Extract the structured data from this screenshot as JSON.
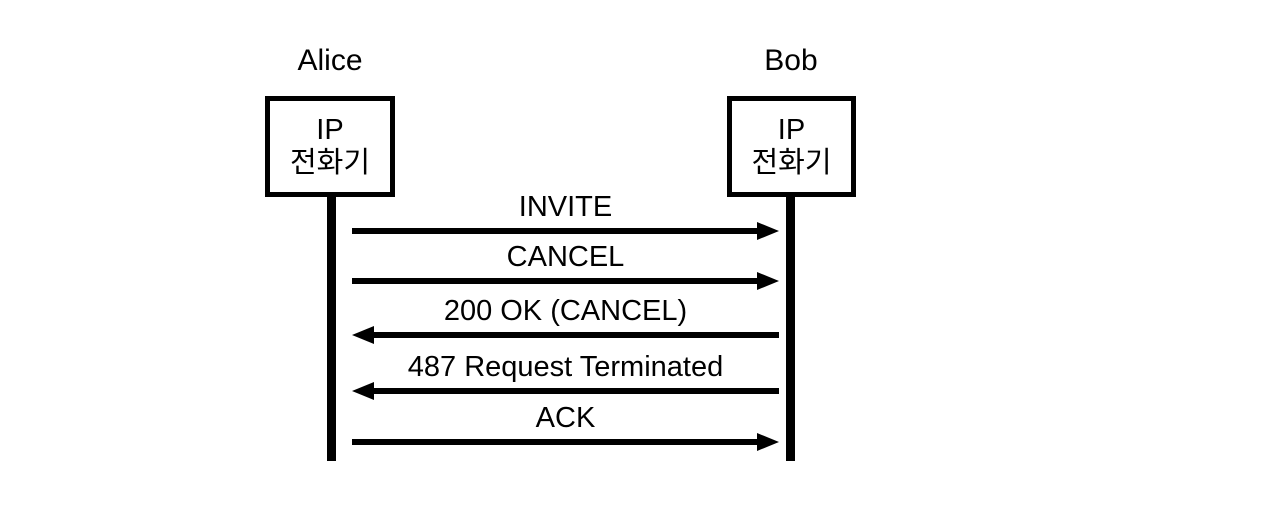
{
  "diagram": {
    "type": "sip-call-flow-sequence-diagram",
    "colors": {
      "ink": "#000000",
      "background": "#ffffff"
    },
    "actors": [
      {
        "name": "Alice",
        "device": [
          "IP",
          "전화기"
        ]
      },
      {
        "name": "Bob",
        "device": [
          "IP",
          "전화기"
        ]
      }
    ],
    "messages": [
      {
        "label": "INVITE",
        "from": "Alice",
        "to": "Bob",
        "direction": "right"
      },
      {
        "label": "CANCEL",
        "from": "Alice",
        "to": "Bob",
        "direction": "right"
      },
      {
        "label": "200 OK (CANCEL)",
        "from": "Bob",
        "to": "Alice",
        "direction": "left"
      },
      {
        "label": "487 Request Terminated",
        "from": "Bob",
        "to": "Alice",
        "direction": "left"
      },
      {
        "label": "ACK",
        "from": "Alice",
        "to": "Bob",
        "direction": "right"
      }
    ]
  }
}
